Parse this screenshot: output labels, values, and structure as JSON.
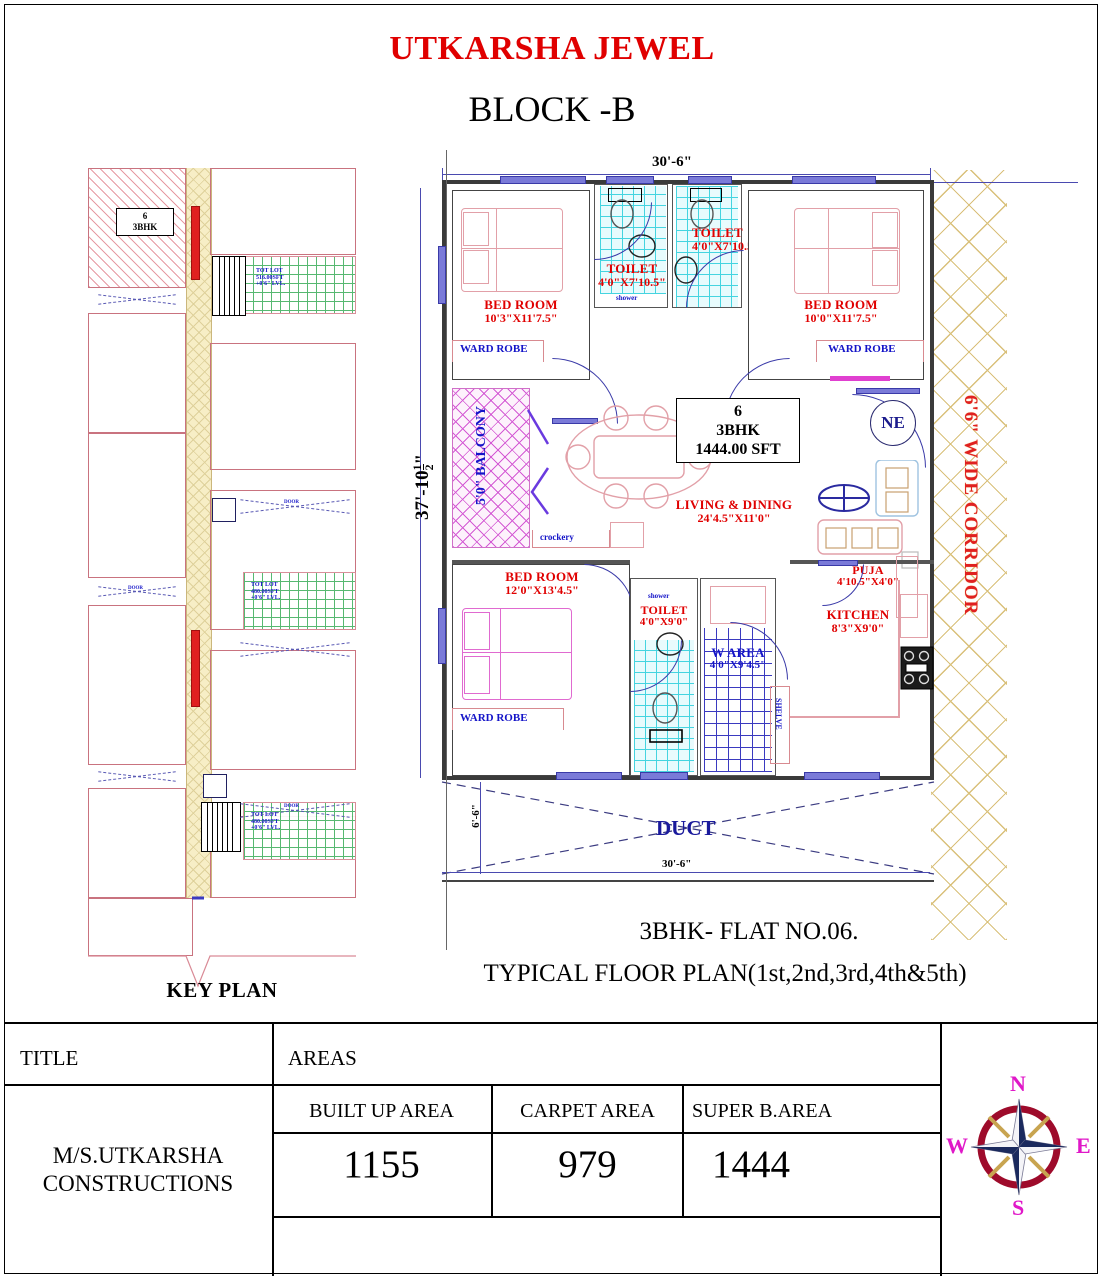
{
  "sheet": {
    "project_title": "UTKARSHA JEWEL",
    "block_title": "BLOCK -B",
    "caption_flat": "3BHK- FLAT NO.06.",
    "caption_plan": "TYPICAL FLOOR PLAN(1st,2nd,3rd,4th&5th)",
    "keyplan_label": "KEY PLAN"
  },
  "keyplan": {
    "unit_number": "6",
    "unit_type": "3BHK",
    "totlot_1": {
      "line1": "TOT LOT",
      "line2": "516.00SFT",
      "line3": "+0'6\" LVL."
    },
    "totlot_2": {
      "line1": "TOT LOT",
      "line2": "480.00SFT",
      "line3": "+0'6\" LVL."
    },
    "totlot_3": {
      "line1": "TOT LOT",
      "line2": "480.00SFT",
      "line3": "+0'6\" LVL."
    }
  },
  "plan": {
    "dim_top": "30'-6\"",
    "dim_bottom": "30'-6\"",
    "dim_left_feet": "37'-10",
    "dim_left_num": "1",
    "dim_left_den": "2",
    "dim_left_inch": "\"",
    "dim_duct_height": "6'-6\"",
    "duct_label": "DUCT",
    "corridor_label": "6'6\" WIDE CORRIDOR",
    "ne_marker": "NE",
    "area_box": {
      "unit": "6",
      "type": "3BHK",
      "area": "1444.00 SFT"
    },
    "rooms": [
      {
        "name": "BED ROOM",
        "dim": "10'3\"X11'7.5\""
      },
      {
        "name": "BED ROOM",
        "dim": "10'0\"X11'7.5\""
      },
      {
        "name": "TOILET",
        "dim": "4'0\"X7'10.5\""
      },
      {
        "name": "TOILET",
        "dim": "4'0\"X7'10.5\""
      },
      {
        "name": "LIVING & DINING",
        "dim": "24'4.5\"X11'0\""
      },
      {
        "name": "BED ROOM",
        "dim": "12'0\"X13'4.5\""
      },
      {
        "name": "TOILET",
        "dim": "4'0\"X9'0\""
      },
      {
        "name": "W AREA",
        "dim": "4'0\"X9'4.5\""
      },
      {
        "name": "KITCHEN",
        "dim": "8'3\"X9'0\""
      },
      {
        "name": "PUJA",
        "dim": "4'10.5\"X4'0\""
      }
    ],
    "labels": {
      "balcony": "5'0\" BALCONY",
      "wardrobe_1": "WARD ROBE",
      "wardrobe_2": "WARD ROBE",
      "wardrobe_3": "WARD ROBE",
      "crockery": "crockery",
      "shower_1": "shower",
      "shower_2": "shower",
      "shelve": "SHELVE"
    }
  },
  "titleblock": {
    "title_header": "TITLE",
    "areas_header": "AREAS",
    "firm_line1": "M/S.UTKARSHA",
    "firm_line2": "CONSTRUCTIONS",
    "columns": [
      {
        "header": "BUILT UP AREA",
        "value": "1155"
      },
      {
        "header": "CARPET AREA",
        "value": "979"
      },
      {
        "header": "SUPER B.AREA",
        "value": "1444"
      }
    ]
  },
  "compass": {
    "n": "N",
    "e": "E",
    "s": "S",
    "w": "W"
  }
}
